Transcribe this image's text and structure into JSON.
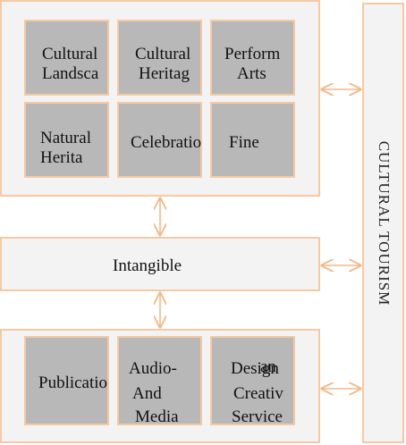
{
  "top_group": {
    "cells": [
      {
        "line1": "Cultural",
        "line2": "Landsca"
      },
      {
        "line1": "Cultural",
        "line2": "Heritag"
      },
      {
        "line1": "Perform",
        "line2": "Arts"
      },
      {
        "line1": "Natural",
        "line2": "Herita"
      },
      {
        "line1": "Celebratio",
        "line2": ""
      },
      {
        "line1": "Fine",
        "line2": ""
      }
    ]
  },
  "middle_bar": {
    "label": "Intangible"
  },
  "bottom_group": {
    "cells": [
      {
        "line1": "Publicatio",
        "line2": "",
        "line3": ""
      },
      {
        "line1": "Audio-",
        "line2": "And",
        "line3": "Media"
      },
      {
        "line1": "Design",
        "line2": "Creativ",
        "line3": "Service",
        "overlay": "an"
      }
    ]
  },
  "side_bar": {
    "label": "CULTURAL TOURISM"
  },
  "colors": {
    "border": "#f6c9a2",
    "panel": "#f3f3f3",
    "cell": "#b8b8b8"
  }
}
